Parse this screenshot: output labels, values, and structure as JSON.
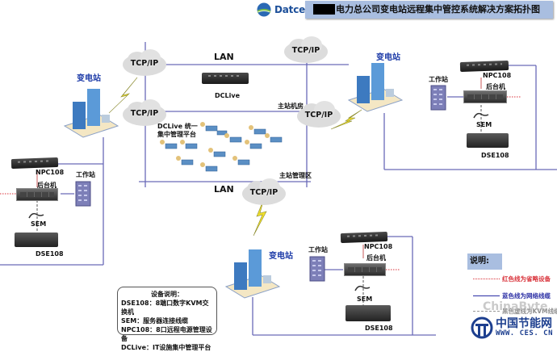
{
  "header": {
    "logo_text": "Datcent",
    "title": "电力总公司变电站远程集中管控系统解决方案拓扑图",
    "title_redacted_prefix": true
  },
  "network": {
    "clouds": [
      {
        "id": "cloud-top-left",
        "label": "TCP/IP"
      },
      {
        "id": "cloud-top-right",
        "label": "TCP/IP"
      },
      {
        "id": "cloud-mid-left",
        "label": "TCP/IP"
      },
      {
        "id": "cloud-mid-right",
        "label": "TCP/IP"
      },
      {
        "id": "cloud-bottom",
        "label": "TCP/IP"
      }
    ],
    "lan_top_label": "LAN",
    "lan_bottom_label": "LAN",
    "dclive_label": "DCLive",
    "platform_label_line1": "DCLive 统一",
    "platform_label_line2": "集中管理平台",
    "server_room_label": "主站机房",
    "management_area_label": "主站管理区"
  },
  "substations": [
    {
      "id": "left",
      "station_label": "变电站",
      "npc_label": "NPC108",
      "backend_label": "后台机",
      "workstation_label": "工作站",
      "sem_label": "SEM",
      "dse_label": "DSE108"
    },
    {
      "id": "right",
      "station_label": "变电站",
      "npc_label": "NPC108",
      "backend_label": "后台机",
      "workstation_label": "工作站",
      "sem_label": "SEM",
      "dse_label": "DSE108"
    },
    {
      "id": "bottom",
      "station_label": "变电站",
      "npc_label": "NPC108",
      "backend_label": "后台机",
      "workstation_label": "工作站",
      "sem_label": "SEM",
      "dse_label": "DSE108"
    }
  ],
  "device_legend": {
    "title": "设备说明：",
    "items": [
      "DSE108：8端口数字KVM交换机",
      "SEM：服务器连接线缆",
      "NPC108：8口远程电源管理设备",
      "DCLive：IT设施集中管理平台"
    ]
  },
  "line_legend": {
    "title": "说明:",
    "items": [
      {
        "style": "dotted",
        "color": "#d9333b",
        "label": "红色线为省略设备"
      },
      {
        "style": "solid",
        "color": "#2b2fa5",
        "label": "蓝色线为网络线缆"
      },
      {
        "style": "dashed",
        "color": "#444444",
        "label": "黑色虚线为KVM线缆"
      }
    ]
  },
  "watermarks": {
    "chinabyte": "ChinaByte",
    "ces_cn": "中国节能网",
    "ces_url": "WWW. CES. CN"
  },
  "colors": {
    "network_line": "#6a6ab8",
    "red_line": "#d9333b",
    "station_label": "#1d3ba8",
    "title_bg": "#a9bee0"
  }
}
